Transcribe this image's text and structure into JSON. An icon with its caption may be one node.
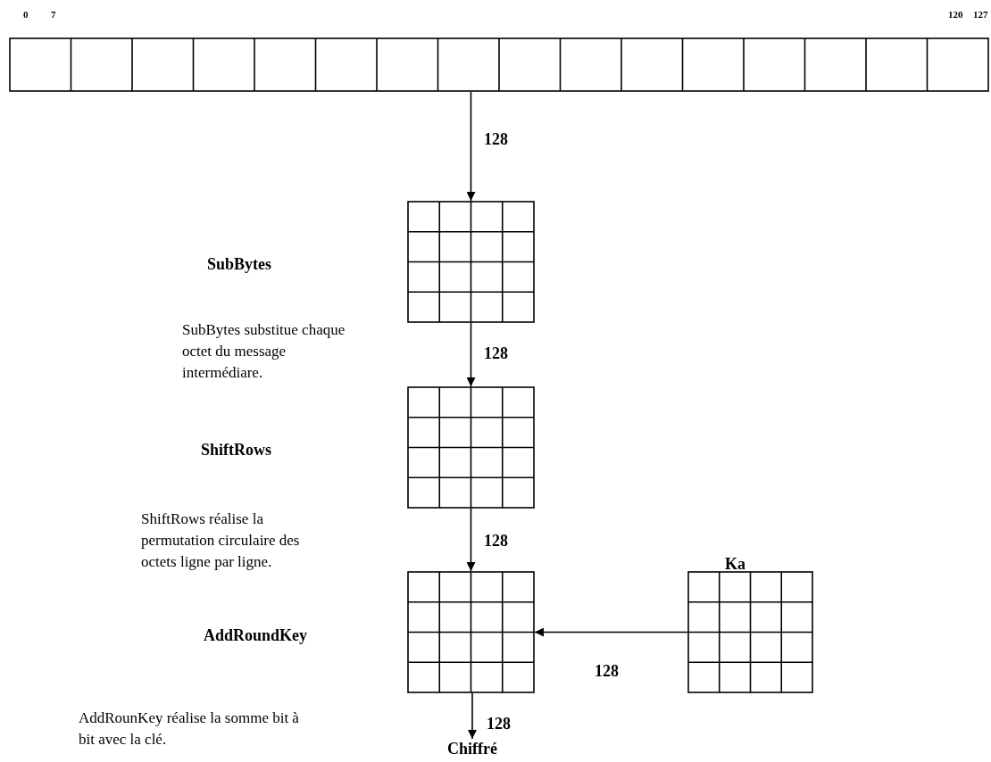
{
  "diagram": {
    "nodes": [
      {
        "text": [],
        "shape": "box"
      },
      {
        "text": [],
        "shape": "box",
        "beside": [
          "SubBytes",
          "SubBytes substitue chaque octet du message intermédiare."
        ]
      },
      {
        "text": [],
        "shape": "box",
        "beside": [
          "ShiftRows",
          "ShiftRows réalise la permutation circulaire des octets ligne par ligne."
        ]
      },
      {
        "text": [],
        "shape": "box"
      },
      {
        "text": [],
        "shape": "box",
        "beside": [
          "Ka"
        ]
      },
      {
        "text": [
          "Chiffré"
        ]
      }
    ],
    "edges": [
      {
        "from": 0,
        "to": 1,
        "arrow": "to",
        "label": "128"
      },
      {
        "from": 1,
        "to": 2,
        "arrow": "to",
        "label": "128"
      },
      {
        "from": 2,
        "to": 3,
        "arrow": "to",
        "label": "128"
      },
      {
        "from": 4,
        "to": 3,
        "arrow": "to",
        "label": "128"
      },
      {
        "from": 3,
        "to": 5,
        "arrow": "to",
        "label": "128"
      }
    ],
    "labels": [
      "0",
      "7",
      "120",
      "127",
      "AddRoundKey",
      "AddRounKey réalise  la somme bit à bit avec la clé."
    ]
  }
}
